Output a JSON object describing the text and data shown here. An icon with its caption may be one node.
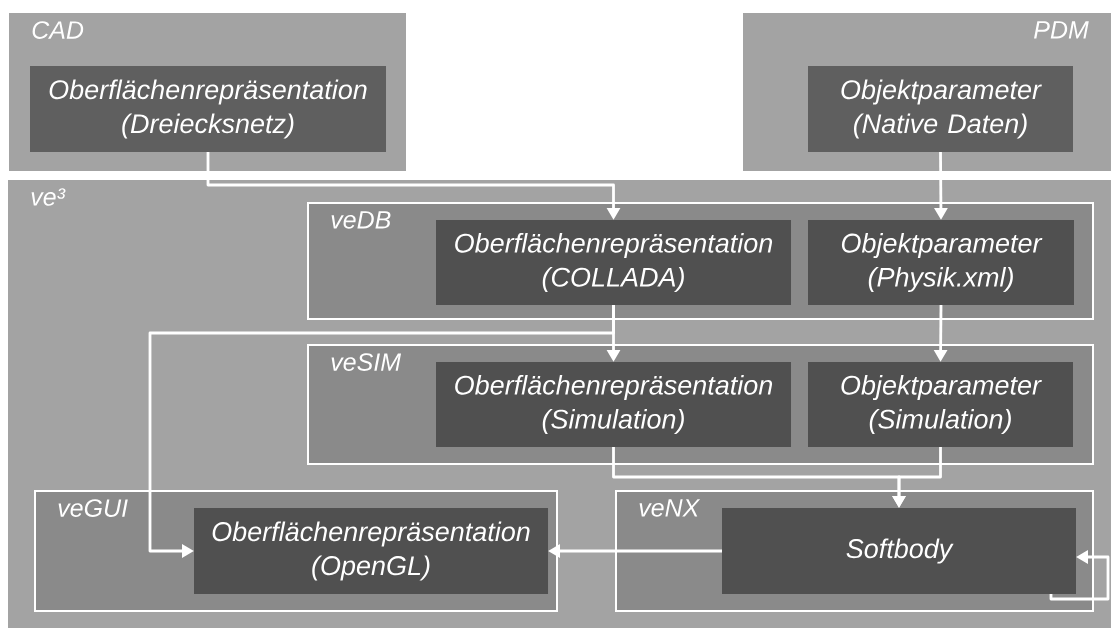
{
  "diagram": {
    "nodes": [
      {
        "text": [
          "CAD"
        ]
      },
      {
        "text": [
          "Oberflächenrepräsentation (Dreiecksnetz)"
        ],
        "in": 0
      },
      {
        "text": [
          "PDM"
        ]
      },
      {
        "text": [
          "Objektparameter (Native Daten)"
        ],
        "in": 2
      },
      {
        "text": [
          "ve³"
        ]
      },
      {
        "text": [
          "veDB"
        ],
        "in": 4
      },
      {
        "text": [
          "Oberflächenrepräsentation (COLLADA)"
        ],
        "in": 5
      },
      {
        "text": [
          "Objektparameter (Physik.xml)"
        ],
        "in": 5
      },
      {
        "text": [
          "veSIM"
        ],
        "in": 4
      },
      {
        "text": [
          "Oberflächenrepräsentation (Simulation)"
        ],
        "in": 8
      },
      {
        "text": [
          "Objektparameter (Simulation)"
        ],
        "in": 8
      },
      {
        "text": [
          "veGUI"
        ],
        "in": 4
      },
      {
        "text": [
          "Oberflächenrepräsentation (OpenGL)"
        ],
        "in": 11
      },
      {
        "text": [
          "veNX"
        ],
        "in": 4
      },
      {
        "text": [
          "Softbody"
        ],
        "in": 13
      }
    ],
    "edges": [
      {
        "from": 1,
        "to": 6,
        "arrow": "to"
      },
      {
        "from": 3,
        "to": 7,
        "arrow": "to"
      },
      {
        "from": 6,
        "to": 9,
        "arrow": "to"
      },
      {
        "from": 7,
        "to": 10,
        "arrow": "to"
      },
      {
        "from": 6,
        "to": 12,
        "arrow": "to"
      },
      {
        "from": 9,
        "to": 14,
        "arrow": "to"
      },
      {
        "from": 10,
        "to": 14,
        "arrow": "to"
      },
      {
        "from": 14,
        "to": 12,
        "arrow": "to"
      },
      {
        "from": 14,
        "to": 14,
        "arrow": "to"
      }
    ]
  }
}
